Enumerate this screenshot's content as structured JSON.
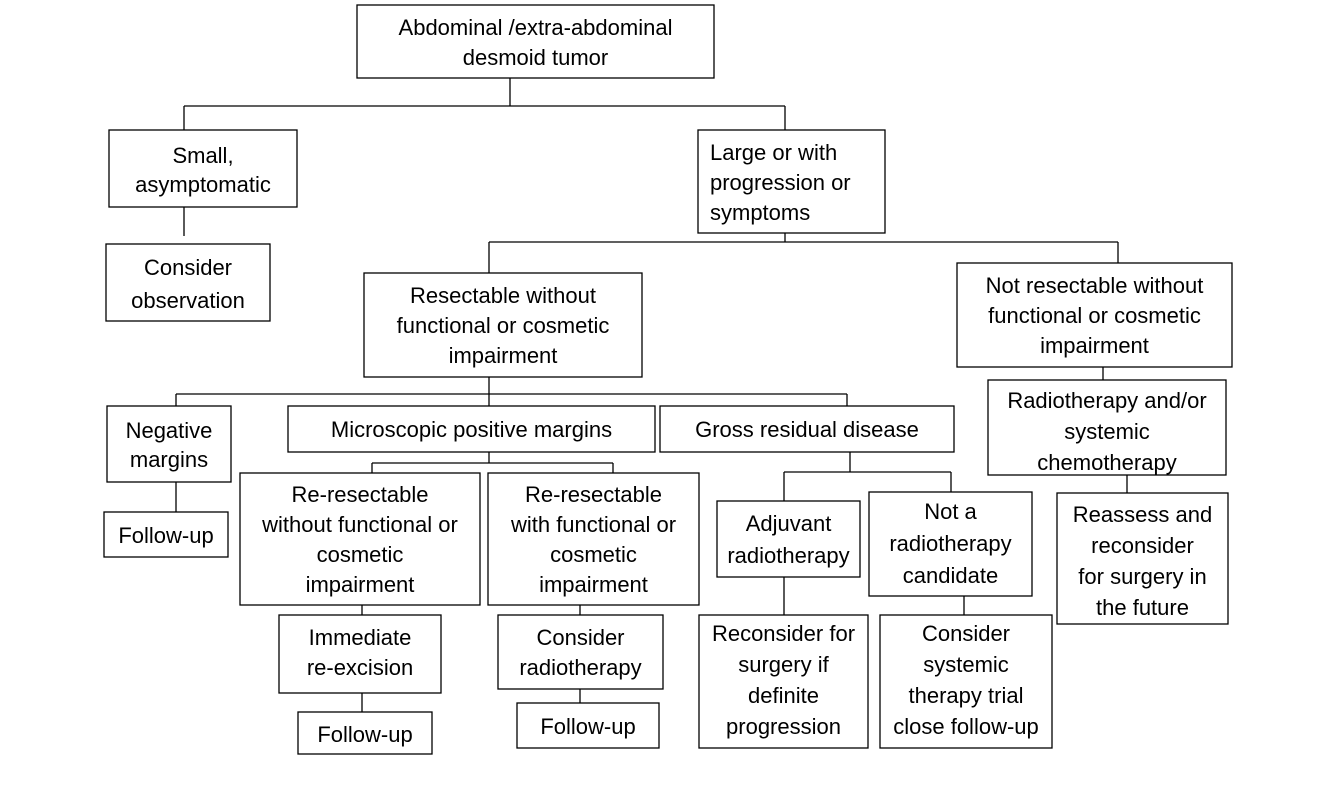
{
  "nodes": {
    "root": [
      "Abdominal /extra-abdominal",
      "desmoid tumor"
    ],
    "small": [
      "Small,",
      "asymptomatic"
    ],
    "observe": [
      "Consider",
      "observation"
    ],
    "large": [
      "Large or with",
      "progression or",
      "symptoms"
    ],
    "resectable": [
      "Resectable without",
      "functional or cosmetic",
      "impairment"
    ],
    "not_resectable": [
      "Not resectable without",
      "functional or cosmetic",
      "impairment"
    ],
    "radio_chemo": [
      "Radiotherapy and/or",
      "systemic",
      "chemotherapy"
    ],
    "reassess": [
      "Reassess and",
      "reconsider",
      "for surgery in",
      "the future"
    ],
    "negative": [
      "Negative",
      "margins"
    ],
    "followup_negative": [
      "Follow-up"
    ],
    "microscopic": [
      "Microscopic positive margins"
    ],
    "gross": [
      "Gross residual disease"
    ],
    "reresect_without": [
      "Re-resectable",
      "without functional or",
      "cosmetic",
      "impairment"
    ],
    "reresect_with": [
      "Re-resectable",
      "with functional or",
      "cosmetic",
      "impairment"
    ],
    "immediate": [
      "Immediate",
      "re-excision"
    ],
    "followup_immediate": [
      "Follow-up"
    ],
    "consider_radio": [
      "Consider",
      "radiotherapy"
    ],
    "followup_radio": [
      "Follow-up"
    ],
    "adjuvant": [
      "Adjuvant",
      "radiotherapy"
    ],
    "not_candidate": [
      "Not a",
      "radiotherapy",
      "candidate"
    ],
    "reconsider": [
      "Reconsider for",
      "surgery if",
      "definite",
      "progression"
    ],
    "systemic_trial": [
      "Consider",
      "systemic",
      "therapy trial",
      "close follow-up"
    ]
  }
}
